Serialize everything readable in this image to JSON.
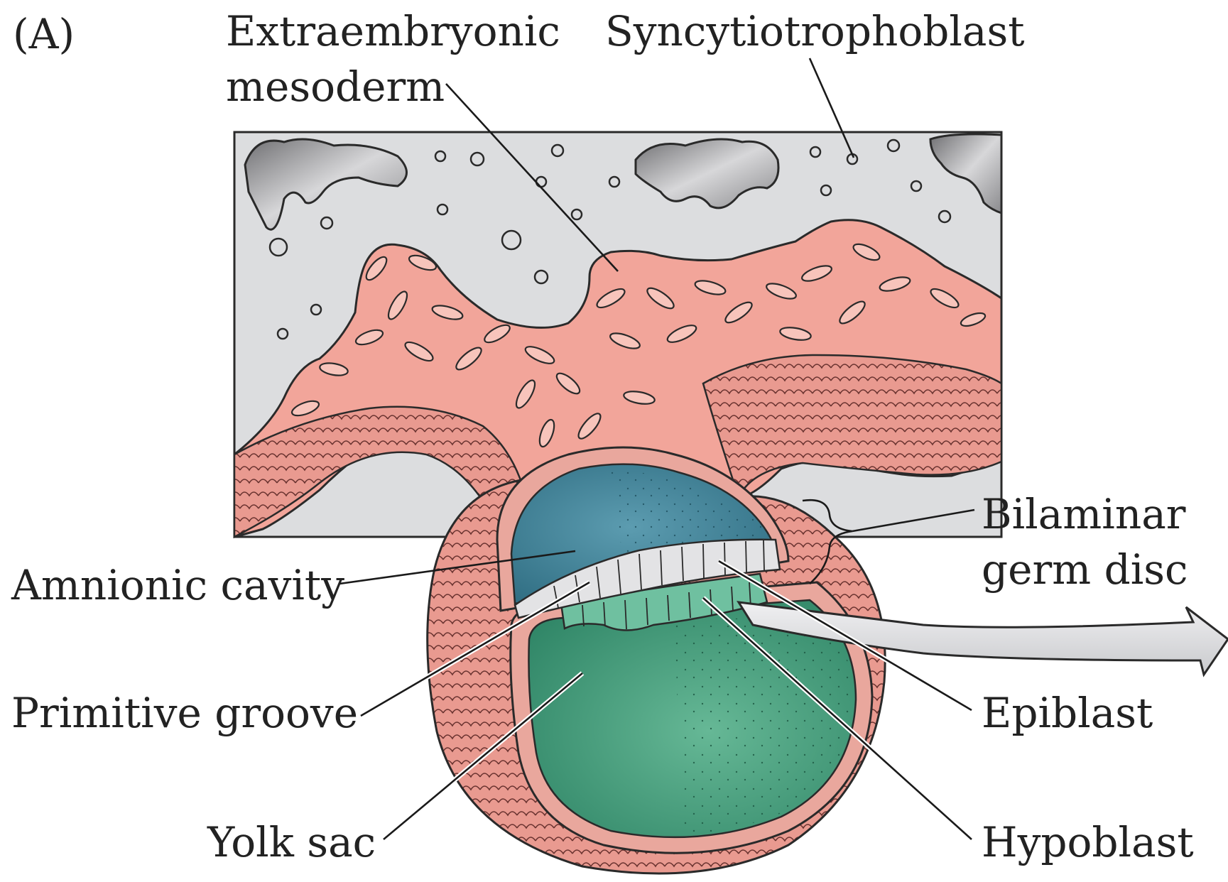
{
  "figure": {
    "panel_label": "(A)",
    "labels": {
      "extraembryonic_mesoderm_1": "Extraembryonic",
      "extraembryonic_mesoderm_2": "mesoderm",
      "syncytiotrophoblast": "Syncytiotrophoblast",
      "bilaminar_1": "Bilaminar",
      "bilaminar_2": "germ disc",
      "amnionic_cavity": "Amnionic cavity",
      "primitive_groove": "Primitive groove",
      "epiblast": "Epiblast",
      "yolk_sac": "Yolk sac",
      "hypoblast": "Hypoblast"
    },
    "colors": {
      "background": "#ffffff",
      "maternal_tissue": "#dcdddf",
      "lacuna": "#9a9a9c",
      "mesoderm": "#f2a59a",
      "amnion": "#4f8fa3",
      "epiblast": "#e3e3e5",
      "yolk_sac": "#3f9a78",
      "hypoblast": "#6fc0a0",
      "outline": "#2a2a2a",
      "arrow": "#dfe0e2"
    }
  }
}
